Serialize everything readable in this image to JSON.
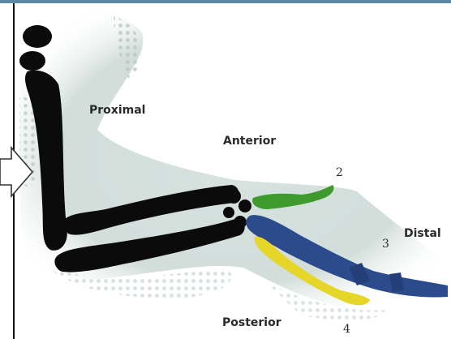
{
  "labels": {
    "proximal": "Proximal",
    "anterior": "Anterior",
    "distal": "Distal",
    "posterior": "Posterior"
  },
  "digits": {
    "d2": "2",
    "d3": "3",
    "d4": "4"
  },
  "colors": {
    "frame_top": "#5b89a6",
    "bone": "#0b0b0b",
    "digit_2": "#3f9a2e",
    "digit_3": "#2c4b8c",
    "digit_4": "#e6d62a",
    "soft_tissue": "#c8d6d2"
  },
  "icons": {
    "direction_arrow": "arrow-right-icon"
  }
}
